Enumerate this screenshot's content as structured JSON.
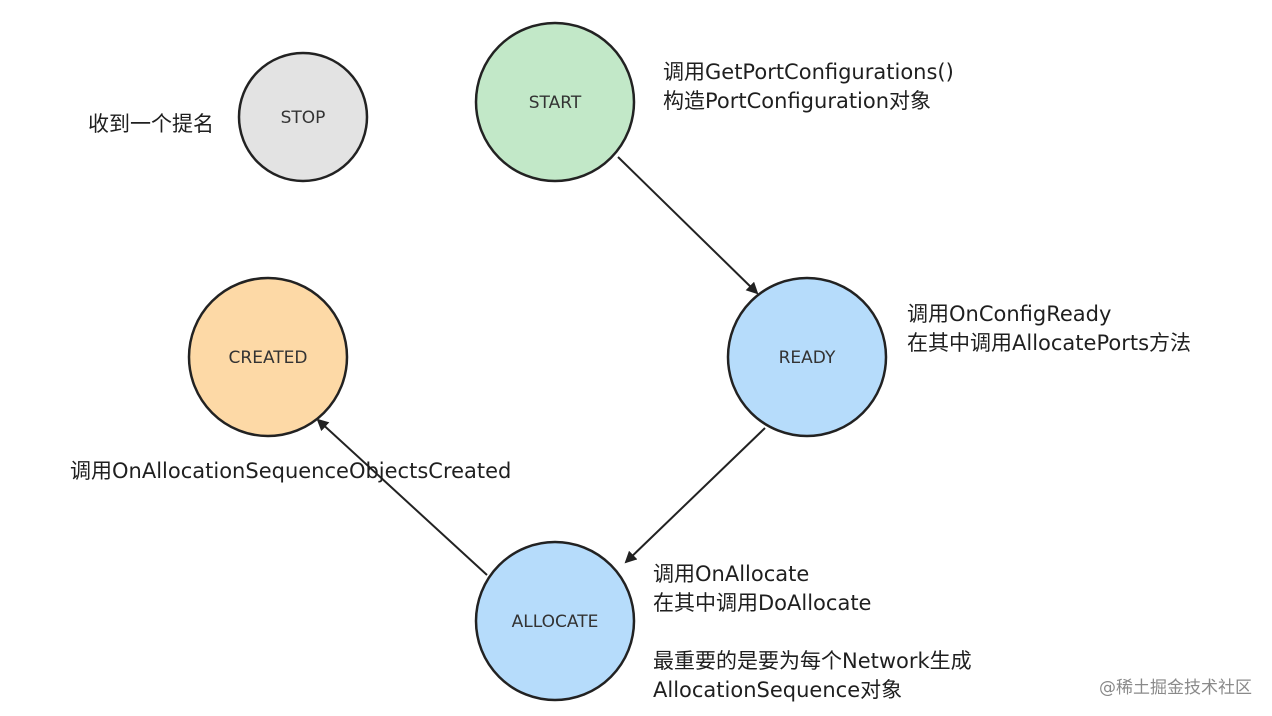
{
  "nodes": {
    "stop": {
      "label": "STOP",
      "fill": "#e3e3e3"
    },
    "start": {
      "label": "START",
      "fill": "#c2e8c8"
    },
    "ready": {
      "label": "READY",
      "fill": "#b6dcfb"
    },
    "allocate": {
      "label": "ALLOCATE",
      "fill": "#b6dcfb"
    },
    "created": {
      "label": "CREATED",
      "fill": "#fdd9a6"
    }
  },
  "edges": [
    {
      "from": "START",
      "to": "READY"
    },
    {
      "from": "READY",
      "to": "ALLOCATE"
    },
    {
      "from": "ALLOCATE",
      "to": "CREATED"
    }
  ],
  "annotations": {
    "stop": [
      "收到一个提名"
    ],
    "start": [
      "调用GetPortConfigurations()",
      "构造PortConfiguration对象"
    ],
    "ready": [
      "调用OnConfigReady",
      "在其中调用AllocatePorts方法"
    ],
    "created": [
      "调用OnAllocationSequenceObjectsCreated"
    ],
    "allocate": [
      "调用OnAllocate",
      "在其中调用DoAllocate"
    ],
    "allocate_extra": [
      "最重要的是要为每个Network生成",
      "AllocationSequence对象"
    ]
  },
  "watermark": "@稀土掘金技术社区",
  "colors": {
    "stroke": "#222222",
    "arrow": "#222222"
  }
}
